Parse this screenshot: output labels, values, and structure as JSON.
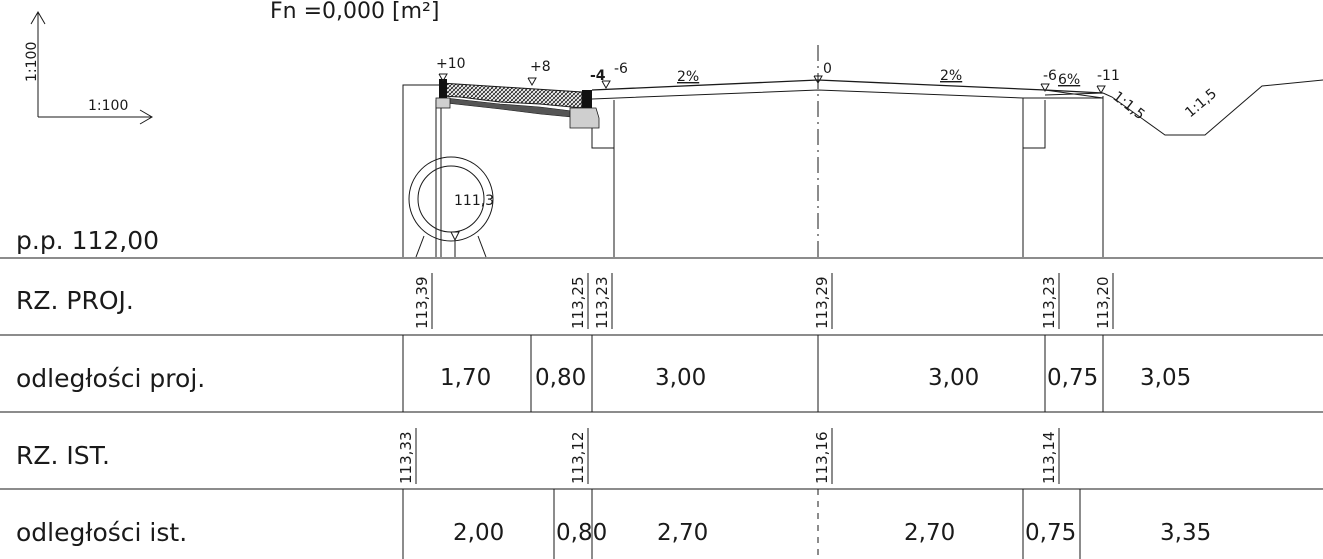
{
  "header": {
    "fn_label": "Fn =0,000  [m²]",
    "scale_vertical": "1:100",
    "scale_horizontal": "1:100"
  },
  "section": {
    "datum_label": "p.p. 112,00",
    "pipe_label": "111,3",
    "markers": {
      "m_plus10": "+10",
      "m_plus8": "+8",
      "m_minus4": "-4",
      "m_minus6a": "-6",
      "m_zero": "0",
      "m_minus6b": "-6",
      "m_minus11": "-11"
    },
    "slopes": {
      "s1": "2%",
      "s2": "2%",
      "s3": "6%",
      "ratio1": "1:1,5",
      "ratio2": "1:1,5"
    }
  },
  "table": {
    "rows": {
      "rz_proj": "RZ. PROJ.",
      "odl_proj": "odległości proj.",
      "rz_ist": "RZ. IST.",
      "odl_ist": "odległości ist."
    },
    "rz_proj_values": [
      "113,39",
      "113,25",
      "113,23",
      "113,29",
      "113,23",
      "113,20"
    ],
    "odl_proj_values": [
      "1,70",
      "0,80",
      "3,00",
      "3,00",
      "0,75",
      "3,05"
    ],
    "rz_ist_values": [
      "113,33",
      "113,12",
      "113,16",
      "113,14"
    ],
    "odl_ist_values": [
      "2,00",
      "0,80",
      "2,70",
      "2,70",
      "0,75",
      "3,35"
    ]
  }
}
